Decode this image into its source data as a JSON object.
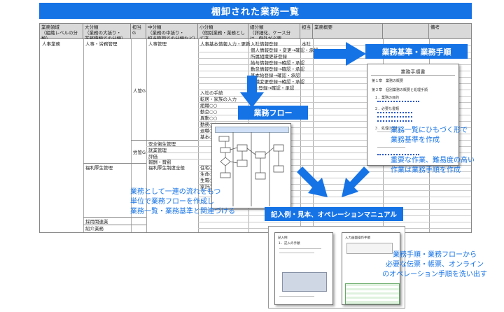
{
  "title": "棚卸された業務一覧",
  "table": {
    "headers": [
      "業務領域\n（組織レベルの分類）",
      "大分類\n（業務の大括り・\n業務種類での分類）",
      "担当G",
      "中分類\n（業務の中括り・\n担当範囲での分類など）",
      "小分類\n（個別業務・業務として流\nれのある範囲）",
      "細分類\n（詳細化、ケース分け、例外が必要\nな場合）",
      "担当",
      "業務概要",
      "",
      "備考"
    ],
    "col_a": [
      "人事業務"
    ],
    "col_b": [
      "人事・労務管理",
      "福利厚生管理",
      "採用関連業",
      "紹介業務"
    ],
    "col_g": [
      "人管G",
      "労管G"
    ],
    "col_d": [
      "人事管理",
      "安全衛生管理",
      "就業管理",
      "評価",
      "報酬・賞罰",
      "福利厚生制度全般"
    ],
    "col_e": [
      "人事基本情報入力・更新",
      "入社の手続",
      "転居・家族の入力",
      "組織○○",
      "勤怠○○",
      "異動○○",
      "勤務○○",
      "退職○○",
      "基本○○",
      "住宅○○",
      "生命○○",
      "生電○○",
      "家計○○"
    ],
    "col_f": [
      "入社情報登録",
      "個人情報登録・変更→確認・承認",
      "所属組織更新登録",
      "給与情報登録→確認・承認",
      "勤怠情報登録→確認・承認",
      "基本給登録→確認・承認",
      "役職変更登録→確認・承認",
      "○○登録→確認・承認"
    ],
    "col_tanto": [
      "本社"
    ]
  },
  "labels": {
    "kijun": "業務基準・業務手順",
    "flow": "業務フロー",
    "manual": "記入例・見本、オペレーションマニュアル"
  },
  "doc_kijun": {
    "title": "業務手順書",
    "lines": [
      "第１章　業務の概要",
      "第２章　個別業務の概要と処理手順",
      "１．業務の目的",
      "２．必要な書類",
      "３．処理の流れ"
    ]
  },
  "doc_manual_left": {
    "lines": [
      "記入例",
      "１．記入の手順"
    ]
  },
  "doc_manual_right": {
    "lines": [
      "入力画面操作手順"
    ]
  },
  "notes": {
    "kijun_note": [
      "業務一覧にひもづく形で",
      "業務基準を作成"
    ],
    "hard_note": [
      "重要な作業、難易度の高い",
      "作業は業務手順を作成"
    ],
    "flow_note": [
      "業務として一連の流れをもつ",
      "単位で業務フローを作成し",
      "業務一覧・業務基準と関連づける"
    ],
    "manual_note": [
      "業務手順・業務フローから",
      "必要な伝票・帳票、オンライン",
      "のオペレーション手順を洗い出す"
    ]
  },
  "colors": {
    "accent": "#1673e6",
    "header_gray": "#d9d9d9"
  }
}
